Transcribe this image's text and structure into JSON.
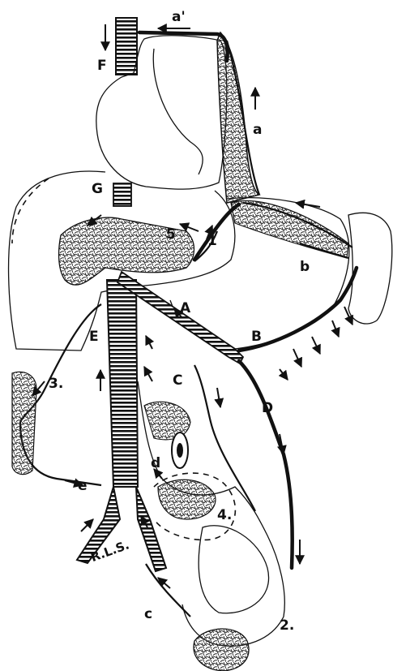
{
  "labels": {
    "a_prime": "a'",
    "a": "a",
    "F": "F",
    "G": "G",
    "five": "5",
    "one": "1",
    "b": "b",
    "A": "A",
    "B": "B",
    "E": "E",
    "three": "3.",
    "C": "C",
    "D": "D",
    "d": "d",
    "e": "e",
    "four": "4.",
    "c": "c",
    "two": "2.",
    "signature": "R.L.S."
  },
  "colors": {
    "ink": "#111111",
    "paper": "#ffffff"
  }
}
